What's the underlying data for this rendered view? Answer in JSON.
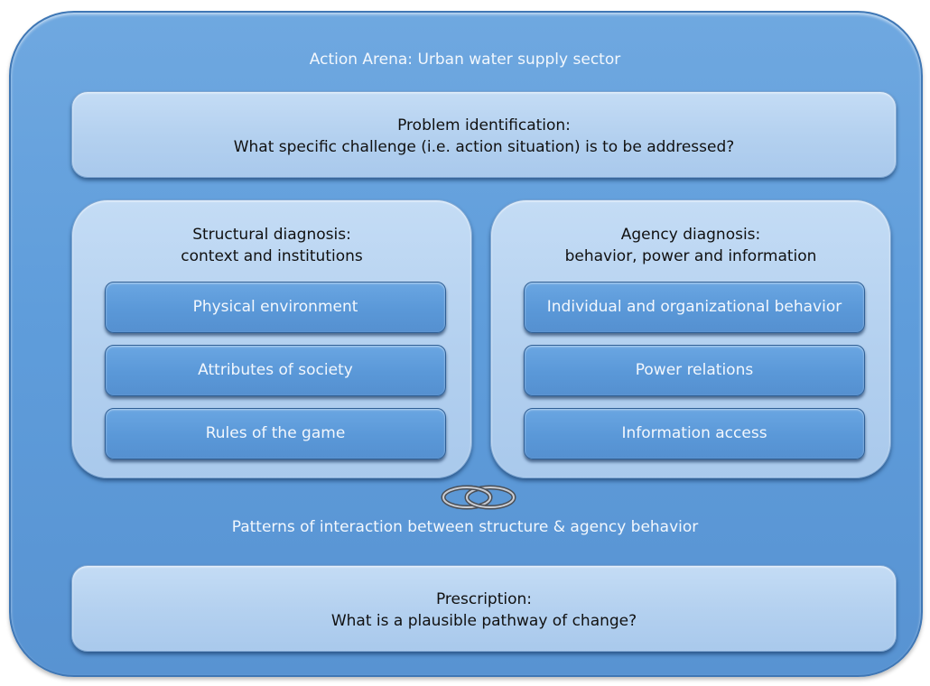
{
  "arena": {
    "title": "Action Arena: Urban water supply sector"
  },
  "problem": {
    "line1": "Problem identification:",
    "line2": "What specific challenge (i.e. action situation) is to be addressed?"
  },
  "structural": {
    "title1": "Structural diagnosis:",
    "title2": "context and institutions",
    "items": [
      "Physical environment",
      "Attributes of society",
      "Rules of the game"
    ]
  },
  "agency": {
    "title1": "Agency diagnosis:",
    "title2": "behavior, power and information",
    "items": [
      "Individual and organizational behavior",
      "Power relations",
      "Information access"
    ]
  },
  "interaction": {
    "icon": "interlinked-rings-icon",
    "label": "Patterns of interaction between structure & agency behavior"
  },
  "prescription": {
    "line1": "Prescription:",
    "line2": "What is a plausible pathway of change?"
  },
  "colors": {
    "arena_fill": "#5f9ddb",
    "light_box_fill": "#b3d0ef",
    "sub_box_fill": "#5a98d8",
    "light_text": "#f2f7fd",
    "dark_text": "#111111"
  }
}
